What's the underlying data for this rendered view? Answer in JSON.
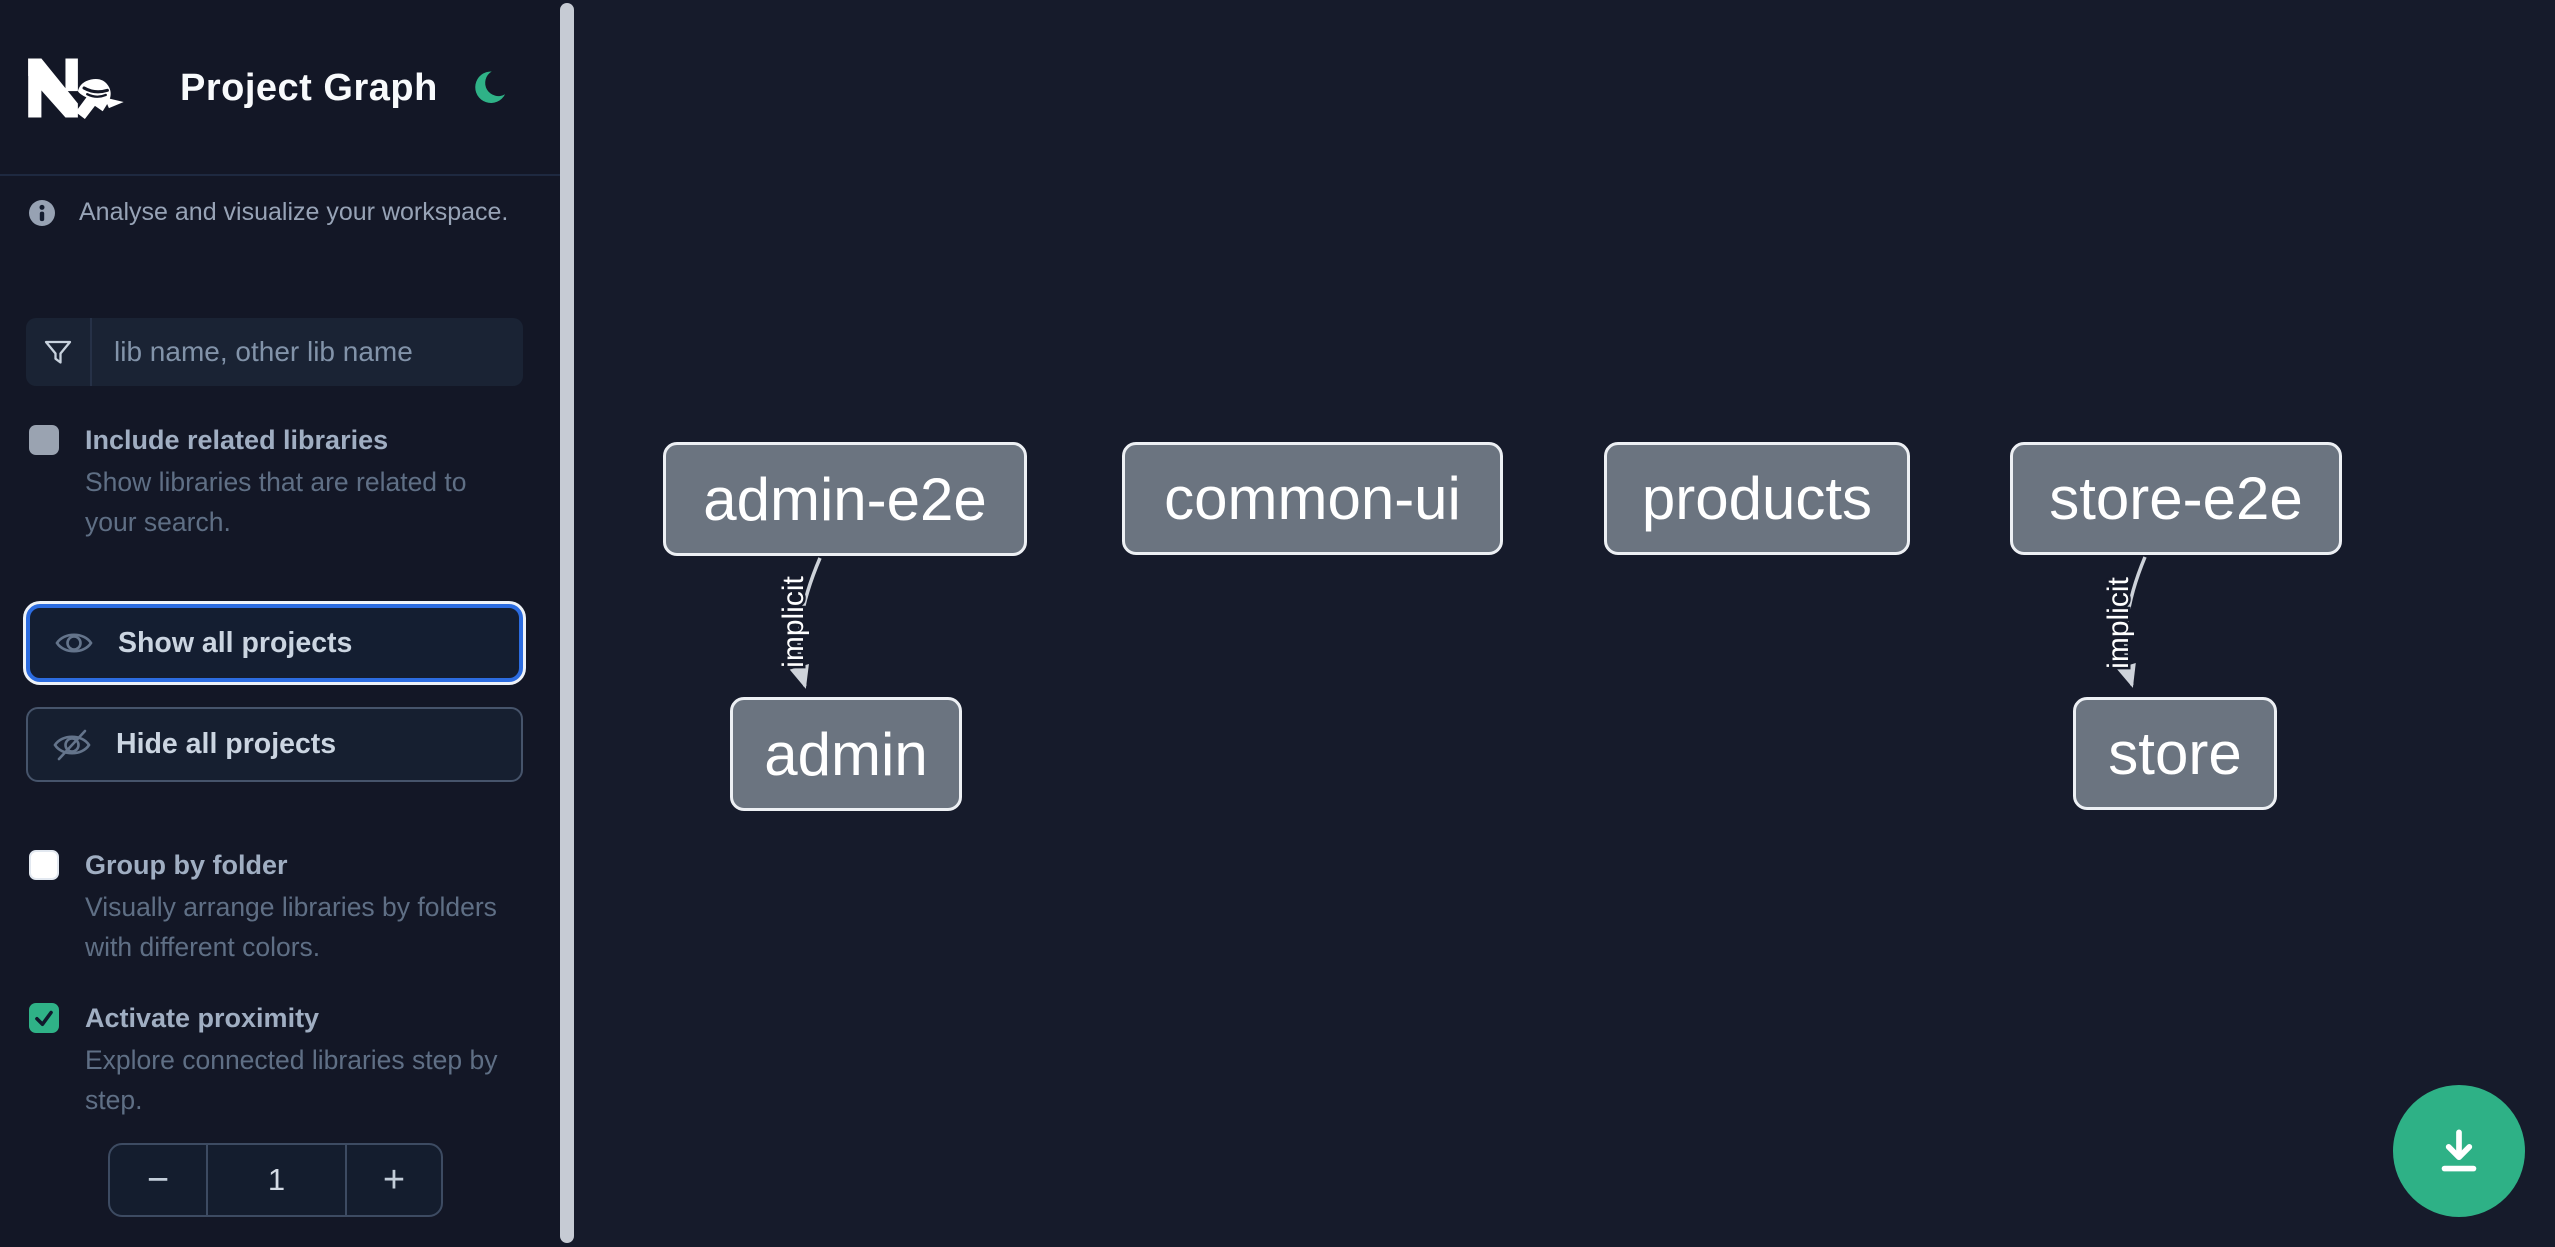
{
  "header": {
    "title": "Project Graph",
    "logo": "Nx",
    "theme_toggle_icon": "moon-icon"
  },
  "colors": {
    "accent_blue": "#2c6ce0",
    "teal": "#2fb287",
    "node_fill": "#6b7480",
    "node_border": "#edf0f4",
    "edge": "#ced3da",
    "sidebar_bg": "#131726",
    "canvas_bg": "#161b2b"
  },
  "sidebar": {
    "info_text": "Analyse and visualize your workspace.",
    "filter": {
      "placeholder": "lib name, other lib name",
      "value": ""
    },
    "options": [
      {
        "label": "Include related libraries",
        "description": "Show libraries that are related to your search.",
        "checked": false,
        "enabled": false
      },
      {
        "label": "Group by folder",
        "description": "Visually arrange libraries by folders with different colors.",
        "checked": false,
        "enabled": true
      },
      {
        "label": "Activate proximity",
        "description": "Explore connected libraries step by step.",
        "checked": true,
        "enabled": true
      }
    ],
    "buttons": [
      {
        "label": "Show all projects",
        "focused": true
      },
      {
        "label": "Hide all projects",
        "focused": false
      }
    ],
    "stepper": {
      "decrement": "−",
      "value": "1",
      "increment": "+"
    }
  },
  "graph": {
    "nodes": [
      {
        "label": "admin-e2e"
      },
      {
        "label": "common-ui"
      },
      {
        "label": "products"
      },
      {
        "label": "store-e2e"
      },
      {
        "label": "admin"
      },
      {
        "label": "store"
      }
    ],
    "edges": [
      {
        "from": "admin-e2e",
        "to": "admin",
        "label": "implicit"
      },
      {
        "from": "store-e2e",
        "to": "store",
        "label": "implicit"
      }
    ]
  },
  "fab": {
    "icon": "download-icon"
  }
}
